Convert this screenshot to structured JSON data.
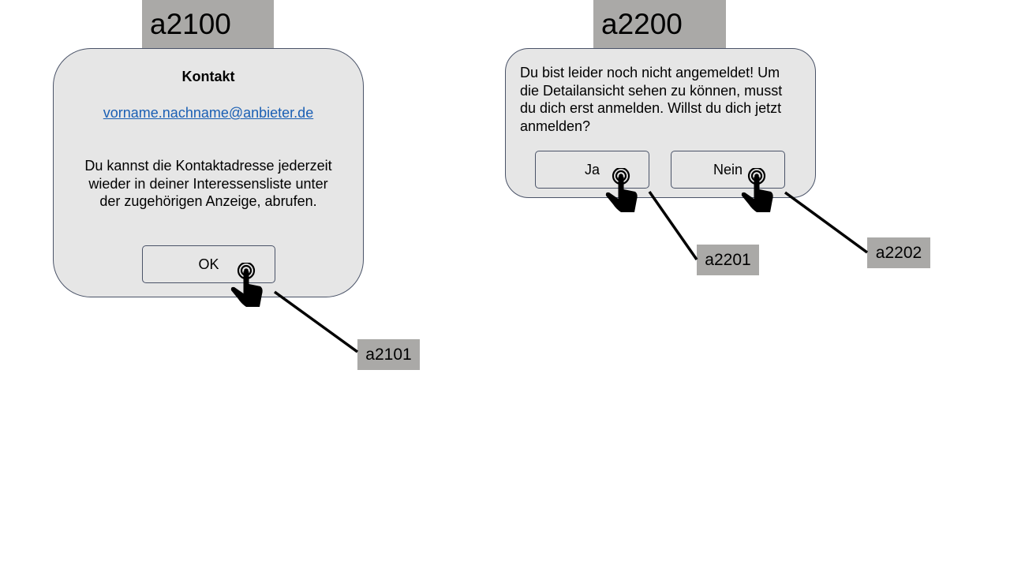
{
  "screens": {
    "contact": {
      "id_label": "a2100",
      "title": "Kontakt",
      "email": "vorname.nachname@anbieter.de",
      "message_lines": [
        "Du kannst die Kontaktadresse jederzeit",
        "wieder in deiner Interessensliste unter",
        "der zugehörigen Anzeige, abrufen."
      ],
      "ok_label": "OK",
      "ok_id_label": "a2101"
    },
    "login_prompt": {
      "id_label": "a2200",
      "message_lines": [
        "Du bist leider noch nicht angemeldet! Um",
        "die Detailansicht sehen zu können, musst",
        "du dich erst anmelden. Willst du dich jetzt",
        "anmelden?"
      ],
      "yes_label": "Ja",
      "yes_id_label": "a2201",
      "no_label": "Nein",
      "no_id_label": "a2202"
    }
  },
  "colors": {
    "dialog_bg": "#e6e6e6",
    "dialog_border": "#4a5368",
    "tag_bg": "#aaa9a7",
    "link": "#1a5fb4"
  },
  "icons": {
    "pointer": "tap-hand-icon"
  }
}
